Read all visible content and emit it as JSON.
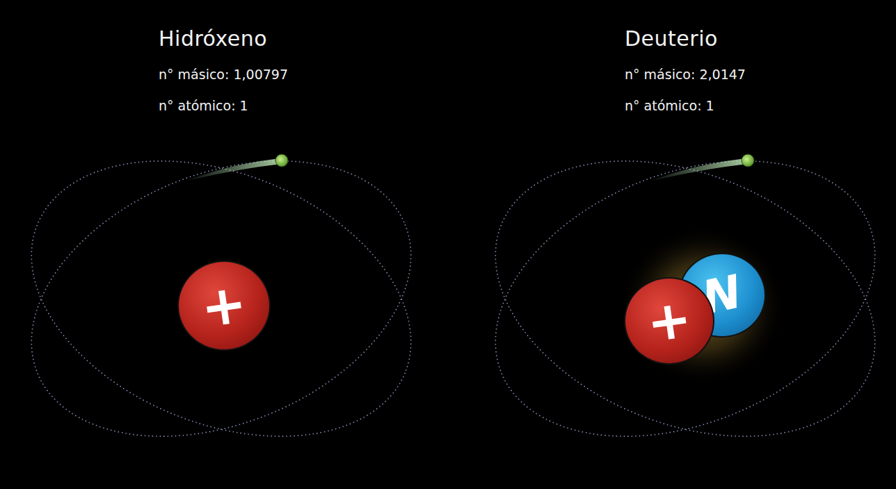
{
  "diagram": {
    "nodes": [
      {
        "text": [
          "+"
        ]
      },
      {
        "text": [
          "N"
        ]
      },
      {
        "text": [
          "+"
        ]
      }
    ],
    "labels": [
      "Hidróxeno",
      "n° másico: 1,00797",
      "n° atómico: 1",
      "Deuterio",
      "n° másico: 2,0147",
      "n° atómico: 1"
    ]
  }
}
